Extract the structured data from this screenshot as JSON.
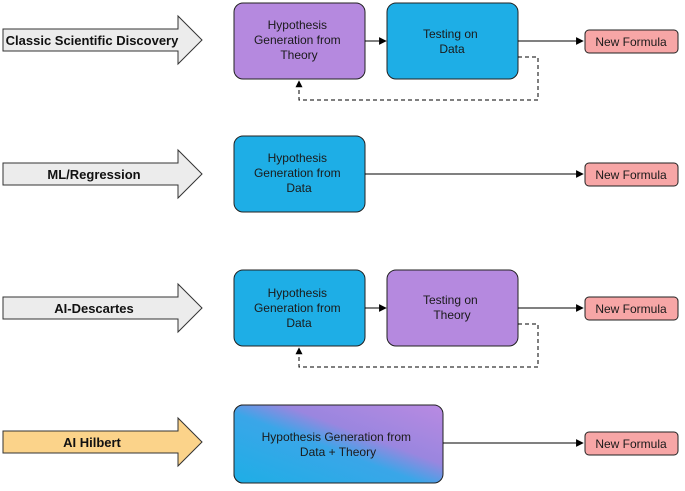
{
  "rows": [
    {
      "label": "Classic Scientific Discovery",
      "step1": [
        "Hypothesis",
        "Generation from",
        "Theory"
      ],
      "step2": [
        "Testing on",
        "Data"
      ],
      "output": "New Formula"
    },
    {
      "label": "ML/Regression",
      "step1": [
        "Hypothesis",
        "Generation from",
        "Data"
      ],
      "output": "New Formula"
    },
    {
      "label": "AI-Descartes",
      "step1": [
        "Hypothesis",
        "Generation from",
        "Data"
      ],
      "step2": [
        "Testing on",
        "Theory"
      ],
      "output": "New Formula"
    },
    {
      "label": "AI Hilbert",
      "step1": [
        "Hypothesis Generation from",
        "Data + Theory"
      ],
      "output": "New Formula"
    }
  ],
  "colors": {
    "theory_box": "#b589df",
    "data_box": "#1eaee6",
    "formula_box": "#f7a6a6",
    "arrow_gray": "#ececec",
    "arrow_orange": "#fbd38a"
  }
}
